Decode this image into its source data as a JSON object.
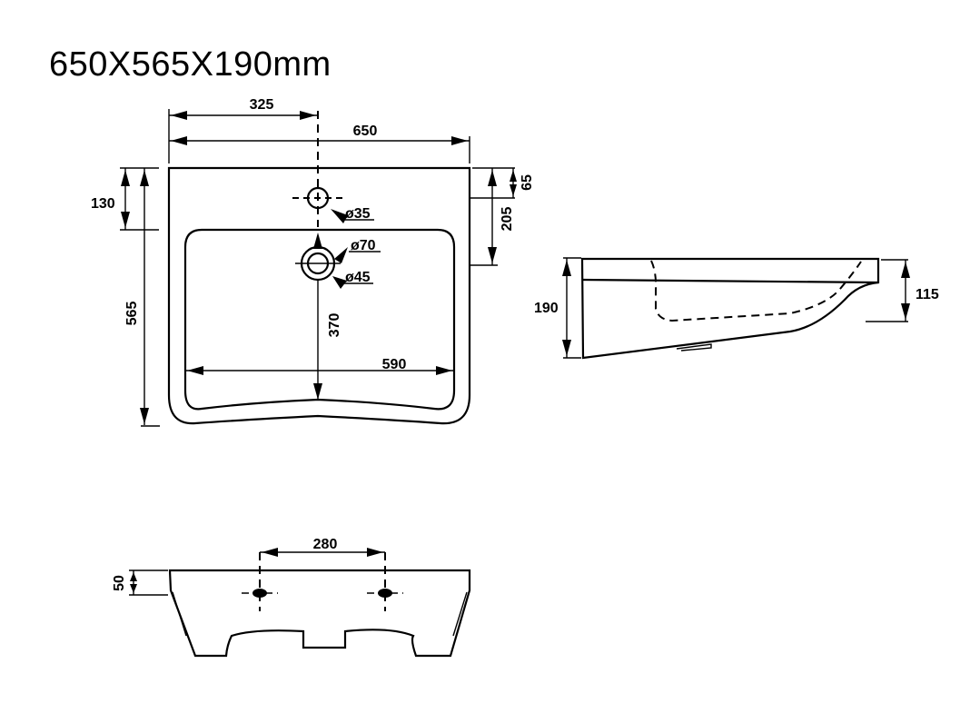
{
  "title": "650X565X190mm",
  "top_view": {
    "dims": {
      "half_width": "325",
      "width": "650",
      "tap_hole_offset": "130",
      "depth": "565",
      "mount_offset_small": "65",
      "mount_offset_large": "205",
      "bowl_length": "370",
      "bowl_width": "590"
    },
    "holes": {
      "tap_hole": "ø35",
      "drain_outer": "ø70",
      "drain_inner": "ø45"
    }
  },
  "side_view": {
    "dims": {
      "height": "190",
      "front_height": "115"
    }
  },
  "rear_view": {
    "dims": {
      "fixing_spacing": "280",
      "fixing_height": "50"
    }
  }
}
